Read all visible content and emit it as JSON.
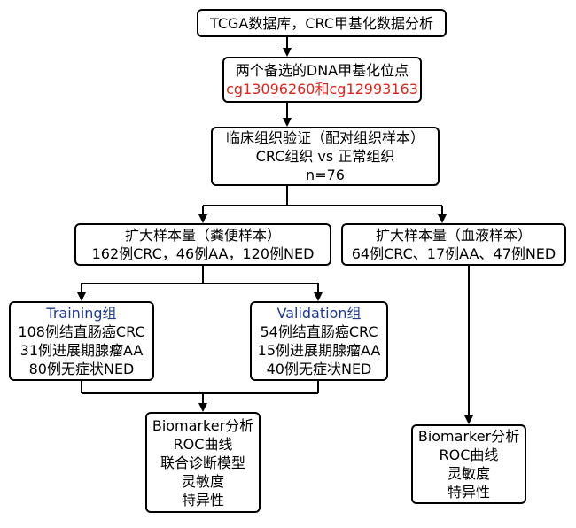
{
  "colors": {
    "stroke": "#000000",
    "highlight_red": "#e0241b",
    "group_blue": "#1f3a93"
  },
  "nodes": {
    "source": {
      "line1": "TCGA数据库，CRC甲基化数据分析"
    },
    "sites": {
      "line1": "两个备选的DNA甲基化位点",
      "line2": "cg13096260和cg12993163"
    },
    "clinical": {
      "line1": "临床组织验证（配对组织样本）",
      "line2": "CRC组织 vs 正常组织",
      "line3": "n=76"
    },
    "stool": {
      "line1": "扩大样本量（粪便样本）",
      "line2": "162例CRC，46例AA，120例NED"
    },
    "blood": {
      "line1": "扩大样本量（血液样本）",
      "line2": "64例CRC、17例AA、47例NED"
    },
    "training": {
      "title": "Training组",
      "line1": "108例结直肠癌CRC",
      "line2": "31例进展期腺瘤AA",
      "line3": "80例无症状NED"
    },
    "validation": {
      "title": "Validation组",
      "line1": "54例结直肠癌CRC",
      "line2": "15例进展期腺瘤AA",
      "line3": "40例无症状NED"
    },
    "analysis_stool": {
      "line1": "Biomarker分析",
      "line2": "ROC曲线",
      "line3": "联合诊断模型",
      "line4": "灵敏度",
      "line5": "特异性"
    },
    "analysis_blood": {
      "line1": "Biomarker分析",
      "line2": "ROC曲线",
      "line3": "灵敏度",
      "line4": "特异性"
    }
  }
}
